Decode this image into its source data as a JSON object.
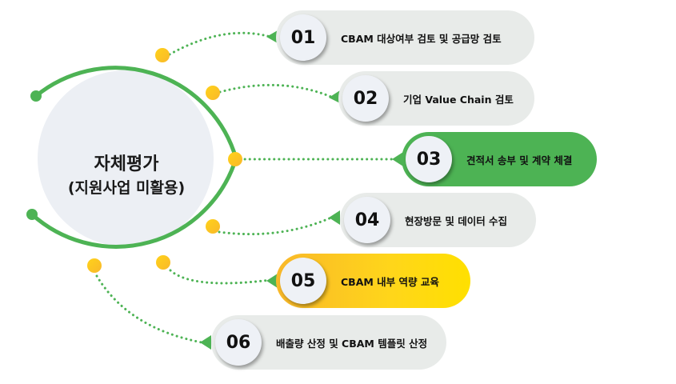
{
  "center": {
    "title": "자체평가",
    "subtitle": "(지원사업 미활용)"
  },
  "colors": {
    "ring": "#4db354",
    "node": "#ffc61a",
    "center_fill": "#eceff4",
    "pill_gray": "#e8ebe9",
    "pill_green": "#4db354",
    "pill_yellow": "#ffd61a"
  },
  "steps": [
    {
      "number": "01",
      "label": "CBAM 대상여부 검토 및 공급망 검토",
      "style": "gray"
    },
    {
      "number": "02",
      "label": "기업 Value Chain 검토",
      "style": "gray"
    },
    {
      "number": "03",
      "label": "견적서 송부 및 계약 체결",
      "style": "green"
    },
    {
      "number": "04",
      "label": "현장방문 및 데이터 수집",
      "style": "gray"
    },
    {
      "number": "05",
      "label": "CBAM  내부 역량 교육",
      "style": "yellow"
    },
    {
      "number": "06",
      "label": "배출량 산정 및 CBAM 템플릿 산정",
      "style": "gray"
    }
  ]
}
